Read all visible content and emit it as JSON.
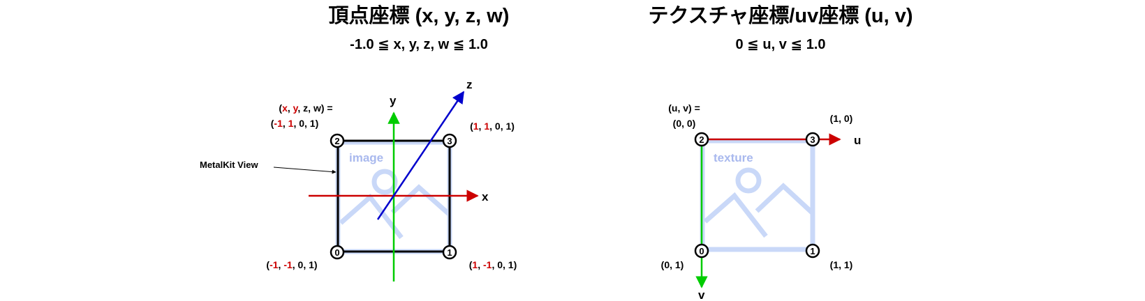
{
  "left": {
    "title": "頂点座標 (x, y, z, w)",
    "subtitle": "-1.0 ≦ x, y, z, w ≦ 1.0",
    "axes": {
      "x": "x",
      "y": "y",
      "z": "z"
    },
    "view_label": "MetalKit View",
    "image_label": "image",
    "corner_numbers": [
      "0",
      "1",
      "2",
      "3"
    ],
    "label_tl_line1": {
      "p1": "(",
      "x": "x",
      "s1": ", ",
      "y": "y",
      "s2": ", z, w) ="
    },
    "label_tl_line2": {
      "p1": "(",
      "x": "-1",
      "s1": ", ",
      "y": "1",
      "s2": ", 0, 1)"
    },
    "label_tr": {
      "p1": "(",
      "x": "1",
      "s1": ", ",
      "y": "1",
      "s2": ", 0, 1)"
    },
    "label_bl": {
      "p1": "(",
      "x": "-1",
      "s1": ", ",
      "y": "-1",
      "s2": ", 0, 1)"
    },
    "label_br": {
      "p1": "(",
      "x": "1",
      "s1": ", ",
      "y": "-1",
      "s2": ", 0, 1)"
    }
  },
  "right": {
    "title": "テクスチャ座標/uv座標 (u, v)",
    "subtitle": "0 ≦ u, v ≦ 1.0",
    "axes": {
      "u": "u",
      "v": "v"
    },
    "texture_label": "texture",
    "corner_numbers": [
      "0",
      "1",
      "2",
      "3"
    ],
    "label_tl_line1": "(u, v) =",
    "label_tl_line2": "(0, 0)",
    "label_tr": "(1, 0)",
    "label_bl": "(0, 1)",
    "label_br": "(1, 1)"
  },
  "colors": {
    "x_axis": "#cc0000",
    "y_axis": "#00cc00",
    "z_axis": "#0000cc",
    "image_icon": "#c9d8f8",
    "frame": "#000000"
  }
}
